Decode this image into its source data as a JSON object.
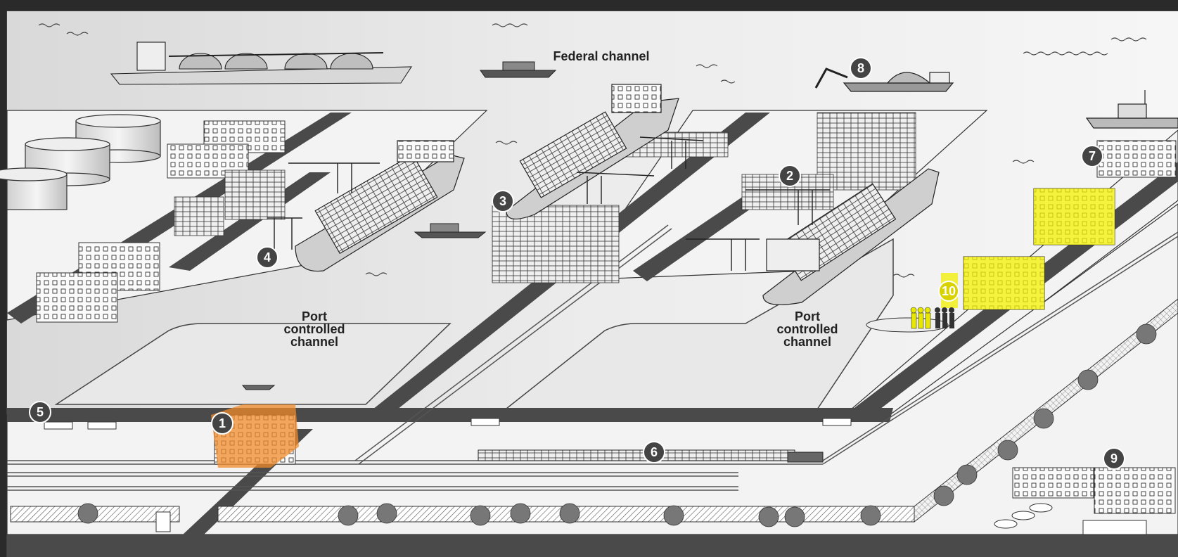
{
  "labels": {
    "federal_channel": "Federal channel",
    "port_channel_left": [
      "Port",
      "controlled",
      "channel"
    ],
    "port_channel_right": [
      "Port",
      "controlled",
      "channel"
    ]
  },
  "markers": [
    "1",
    "2",
    "3",
    "4",
    "5",
    "6",
    "7",
    "8",
    "9",
    "10"
  ],
  "highlights": {
    "orange": "#f08a2a",
    "yellow": "#f4f000"
  },
  "colors": {
    "water": "#e4e4e4",
    "land": "#f2f2f2",
    "road": "#4a4a4a",
    "border": "#2a2a2a"
  }
}
